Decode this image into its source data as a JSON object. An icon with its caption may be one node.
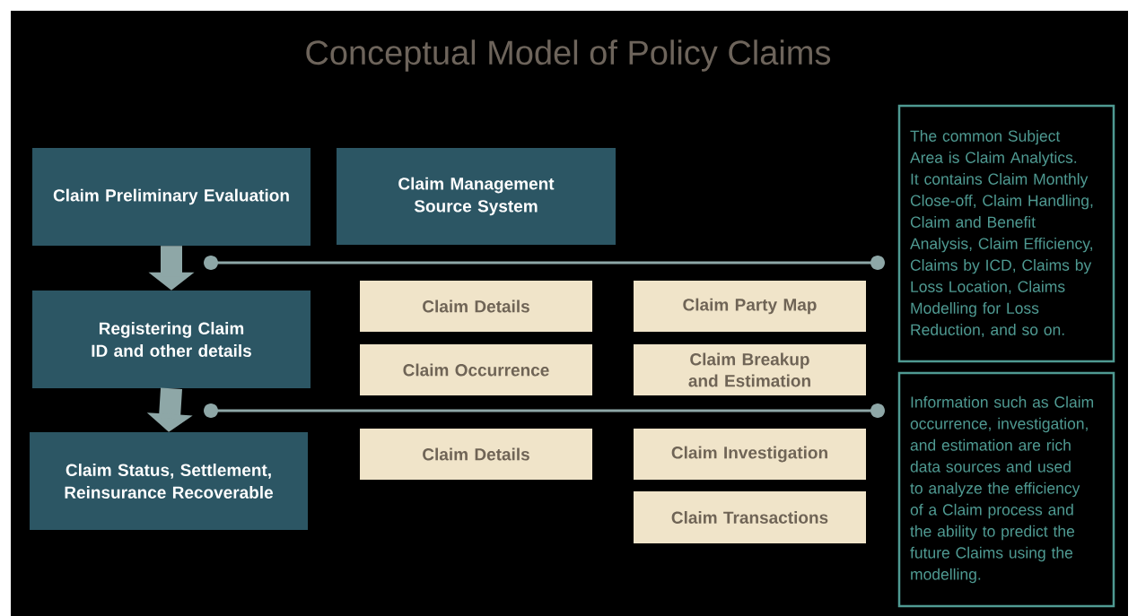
{
  "diagram": {
    "title": "Conceptual Model of Policy Claims",
    "nodes": [
      {
        "text": [
          "Claim Preliminary Evaluation"
        ]
      },
      {
        "text": [
          "Claim Management Source System"
        ]
      },
      {
        "text": [
          "The common Subject Area is Claim Analytics. It contains Claim Monthly Close-off, Claim Handling, Claim and Benefit Analysis, Claim Efficiency, Claims by ICD, Claims by Loss Location, Claims Modelling for Loss Reduction, and so on."
        ]
      },
      {
        "text": [
          "Registering Claim ID and other details"
        ]
      },
      {
        "text": [
          "Claim Details"
        ]
      },
      {
        "text": [
          "Claim Party Map"
        ]
      },
      {
        "text": [
          "Claim Occurrence"
        ]
      },
      {
        "text": [
          "Claim Breakup and Estimation"
        ]
      },
      {
        "text": [
          "Information such as Claim occurrence, investigation, and estimation are rich data sources and used to analyze the efficiency of a Claim process and the ability to predict the future Claims using the modelling."
        ]
      },
      {
        "text": [
          "Claim Status, Settlement, Reinsurance Recoverable"
        ]
      },
      {
        "text": [
          "Claim Details"
        ]
      },
      {
        "text": [
          "Claim Investigation"
        ]
      },
      {
        "text": [
          "Claim Transactions"
        ]
      }
    ],
    "edges": [
      {
        "from": 0,
        "to": 3,
        "arrow": "to"
      },
      {
        "from": 3,
        "to": 9,
        "arrow": "to"
      }
    ]
  }
}
